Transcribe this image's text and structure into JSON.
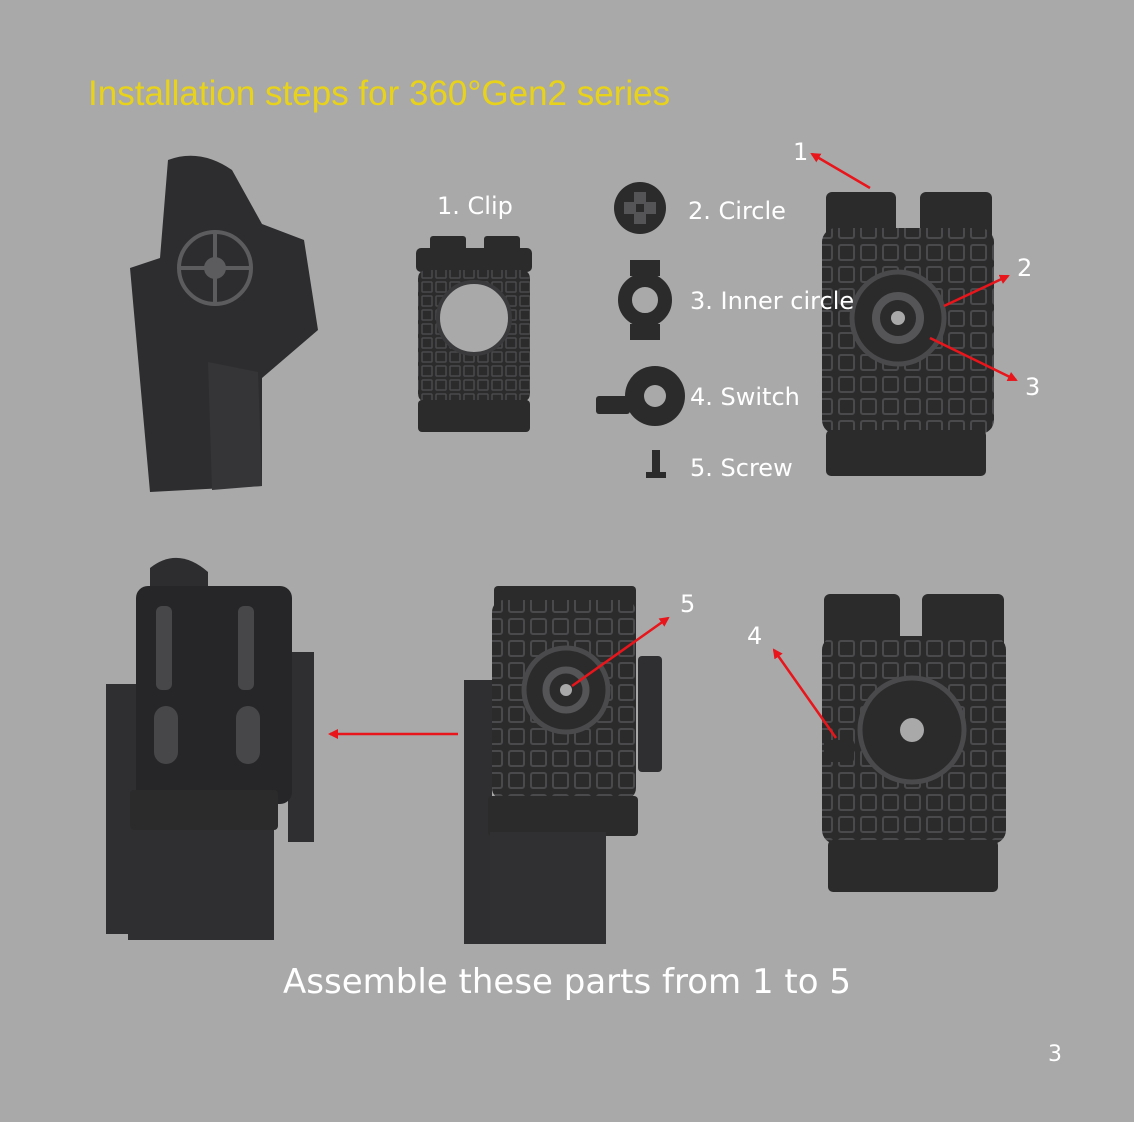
{
  "header": {
    "title": "Installation steps for 360°Gen2 series"
  },
  "parts": [
    {
      "label": "1. Clip"
    },
    {
      "label": "2. Circle"
    },
    {
      "label": "3. Inner circle"
    },
    {
      "label": "4. Switch"
    },
    {
      "label": "5. Screw"
    }
  ],
  "callouts": [
    "1",
    "2",
    "3",
    "4",
    "5"
  ],
  "footer": {
    "caption": "Assemble these parts from 1 to 5",
    "page_number": "3"
  },
  "colors": {
    "background": "#a9a9aa",
    "title": "#e8d21a",
    "arrow": "#e8151b",
    "part": "#2b2b2c"
  },
  "icons": [
    "holster-icon",
    "clip-icon",
    "circle-icon",
    "inner-circle-icon",
    "switch-icon",
    "screw-icon",
    "arrow-icon"
  ]
}
